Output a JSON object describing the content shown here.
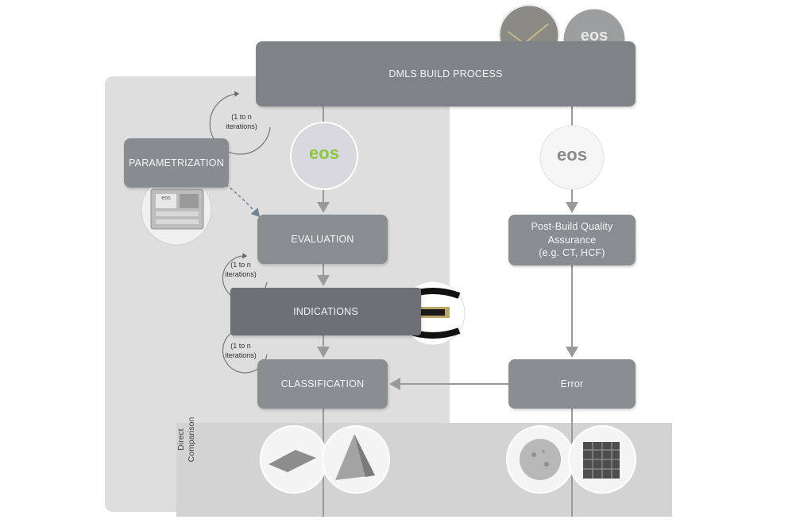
{
  "boxes": {
    "dmls": "DMLS BUILD PROCESS",
    "parametrization": "PARAMETRIZATION",
    "evaluation": "EVALUATION",
    "indications": "INDICATIONS",
    "classification": "CLASSIFICATION",
    "qa_line1": "Post-Build Quality",
    "qa_line2": "Assurance",
    "qa_line3": "(e.g. CT, HCF)",
    "error": "Error"
  },
  "iterations": {
    "top_line1": "(1 to n",
    "top_line2": "iterations)",
    "mid_line1": "(1 to n",
    "mid_line2": "iterations)",
    "low_line1": "(1 to n",
    "low_line2": "iterations)"
  },
  "band": {
    "line1": "Direct",
    "line2": "Comparison"
  },
  "logos": {
    "text": "eos"
  },
  "colors": {
    "box_gray": "#8a8d90",
    "box_dark": "#6d7074",
    "panel": "#dededf",
    "band": "#d3d3d4",
    "logo_green": "#8cc63f",
    "arrow": "#9a9a9a",
    "dashed_arrow": "#6f8193"
  }
}
